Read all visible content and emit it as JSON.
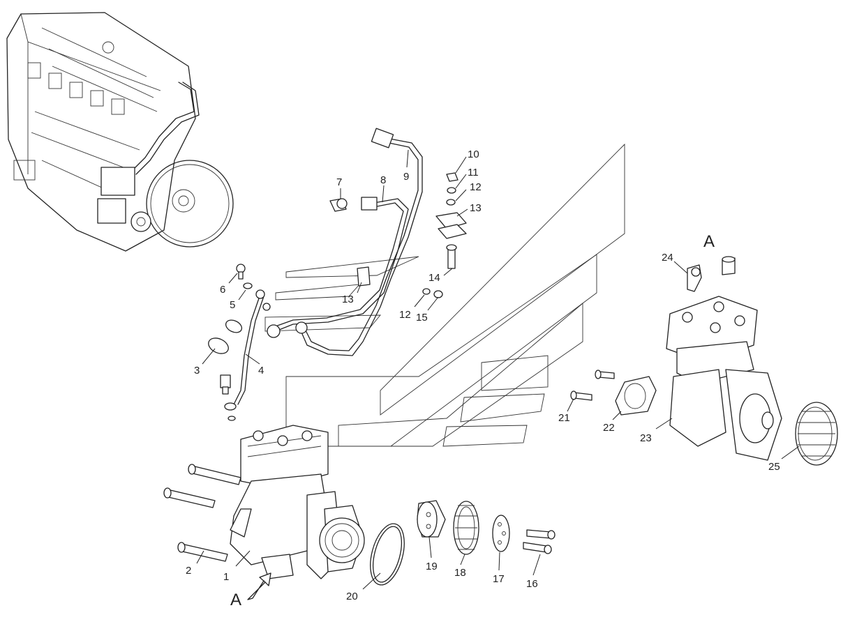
{
  "callouts": {
    "c1": "1",
    "c2": "2",
    "c3": "3",
    "c4": "4",
    "c5": "5",
    "c6": "6",
    "c7": "7",
    "c8": "8",
    "c9": "9",
    "c10": "10",
    "c11": "11",
    "c12a": "12",
    "c12b": "12",
    "c13a": "13",
    "c13b": "13",
    "c14": "14",
    "c15": "15",
    "c16": "16",
    "c17": "17",
    "c18": "18",
    "c19": "19",
    "c20": "20",
    "c21": "21",
    "c22": "22",
    "c23": "23",
    "c24": "24",
    "c25": "25"
  },
  "view_labels": {
    "view_a_arrow": "A",
    "view_a_title": "A"
  }
}
